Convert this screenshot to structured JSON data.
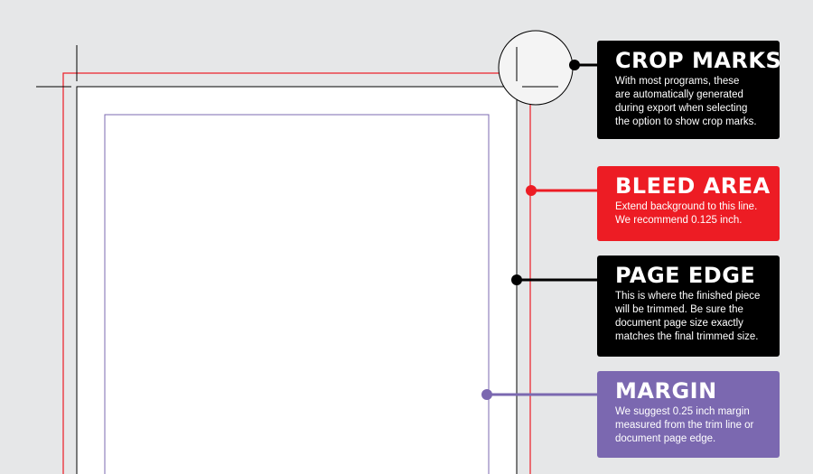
{
  "colors": {
    "background": "#e6e7e8",
    "black": "#000000",
    "bleed_red": "#ed1c24",
    "margin_purple": "#7b68b0",
    "page_white": "#ffffff"
  },
  "callouts": [
    {
      "id": "crop-marks",
      "title": "CROP MARKS",
      "description": [
        "With most programs, these",
        "are automatically generated",
        "during export when selecting",
        "the option to show crop marks."
      ],
      "color": "#000000"
    },
    {
      "id": "bleed-area",
      "title": "BLEED AREA",
      "description": [
        "Extend background to this line.",
        "We recommend 0.125 inch."
      ],
      "color": "#ed1c24"
    },
    {
      "id": "page-edge",
      "title": "PAGE EDGE",
      "description": [
        "This is where the finished piece",
        "will be trimmed. Be sure the",
        "document page size exactly",
        "matches the final trimmed size."
      ],
      "color": "#000000"
    },
    {
      "id": "margin",
      "title": "MARGIN",
      "description": [
        "We suggest 0.25 inch margin",
        "measured from the trim line or",
        "document page edge."
      ],
      "color": "#7b68b0"
    }
  ]
}
